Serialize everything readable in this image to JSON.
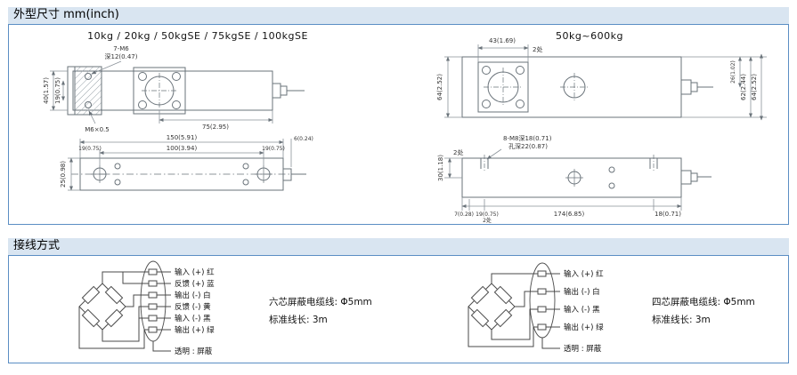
{
  "colors": {
    "header_bg": "#d9e5f1",
    "panel_border": "#5b8ec4",
    "drawing_line": "#6a737a"
  },
  "dimensions_section": {
    "title": "外型尺寸 mm(inch)",
    "small": {
      "caption": "10kg / 20kg / 50kgSE / 75kgSE / 100kgSE",
      "labels": {
        "bolt": "7-M6",
        "bolt_depth": "深12(0.47)",
        "h40": "40(1.57)",
        "p19": "19(0.75)",
        "thread": "M6×0.5",
        "l75": "75(2.95)",
        "l150": "150(5.91)",
        "l100": "100(3.94)",
        "e19l": "19(0.75)",
        "e19r": "19(0.75)",
        "e6": "6(0.24)",
        "w25": "25(0.98)"
      }
    },
    "large": {
      "caption": "50kg~600kg",
      "labels": {
        "w43": "43(1.69)",
        "places_top": "2处",
        "w64_left": "64(2.52)",
        "d26": "26(1.02)",
        "w62_right": "62(2.44)",
        "w64_right": "64(2.52)",
        "bolt": "8-M8深18(0.71)",
        "hole_depth": "孔深22(0.87)",
        "h30": "30(1.18)",
        "places_mid": "2处",
        "b7": "7(0.28)",
        "b19": "19(0.75)",
        "places_bot": "2处",
        "b174": "174(6.85)",
        "b18": "18(0.71)"
      }
    }
  },
  "wiring_section": {
    "title": "接线方式",
    "six_wire": {
      "wires": [
        "输入 (+) 红",
        "反馈 (+) 蓝",
        "输出 (-) 白",
        "反馈 (-) 黄",
        "输入 (-) 黑",
        "输出 (+) 绿"
      ],
      "shield": "透明 : 屏蔽",
      "cable": "六芯屏蔽电缆线: Φ5mm",
      "length": "标准线长: 3m"
    },
    "four_wire": {
      "wires": [
        "输入 (+) 红",
        "输出 (-) 白",
        "输入 (-) 黑",
        "输出 (+) 绿"
      ],
      "shield": "透明 : 屏蔽",
      "cable": "四芯屏蔽电缆线: Φ5mm",
      "length": "标准线长: 3m"
    }
  }
}
